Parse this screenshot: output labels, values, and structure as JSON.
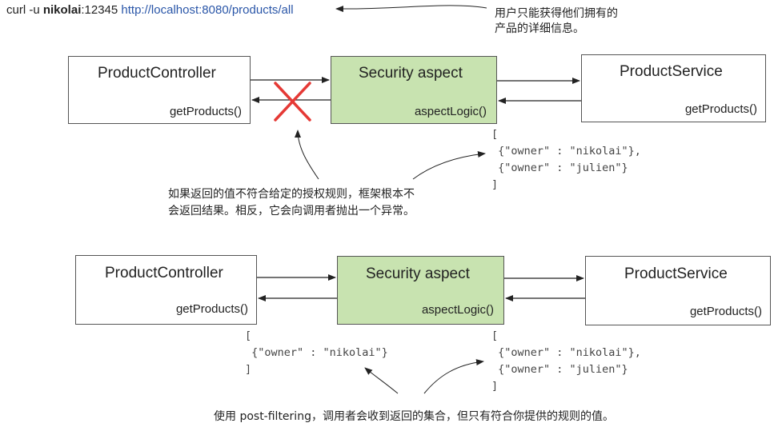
{
  "request": {
    "prefix": "curl -u ",
    "user": "nikolai",
    "creds_rest": ":12345 ",
    "url": "http://localhost:8080/products/all"
  },
  "top_note": [
    "用户只能获得他们拥有的",
    "产品的详细信息。"
  ],
  "diagram1": {
    "controller": {
      "title": "ProductController",
      "method": "getProducts()"
    },
    "aspect": {
      "title": "Security aspect",
      "method": "aspectLogic()"
    },
    "service": {
      "title": "ProductService",
      "method": "getProducts()"
    },
    "service_result": [
      "[",
      " {\"owner\" : \"nikolai\"},",
      " {\"owner\" : \"julien\"}",
      "]"
    ],
    "note": [
      "如果返回的值不符合给定的授权规则，框架根本不",
      "会返回结果。相反，它会向调用者抛出一个异常。"
    ]
  },
  "diagram2": {
    "controller": {
      "title": "ProductController",
      "method": "getProducts()"
    },
    "aspect": {
      "title": "Security aspect",
      "method": "aspectLogic()"
    },
    "service": {
      "title": "ProductService",
      "method": "getProducts()"
    },
    "filtered_result": [
      "[",
      " {\"owner\" : \"nikolai\"}",
      "]"
    ],
    "service_result": [
      "[",
      " {\"owner\" : \"nikolai\"},",
      " {\"owner\" : \"julien\"}",
      "]"
    ],
    "note": "使用  post-filtering，调用者会收到返回的集合，但只有符合你提供的规则的值。"
  },
  "colors": {
    "aspect_fill": "#c8e3b0",
    "box_border": "#555555",
    "cross": "#e53935",
    "url": "#2a56a8"
  }
}
